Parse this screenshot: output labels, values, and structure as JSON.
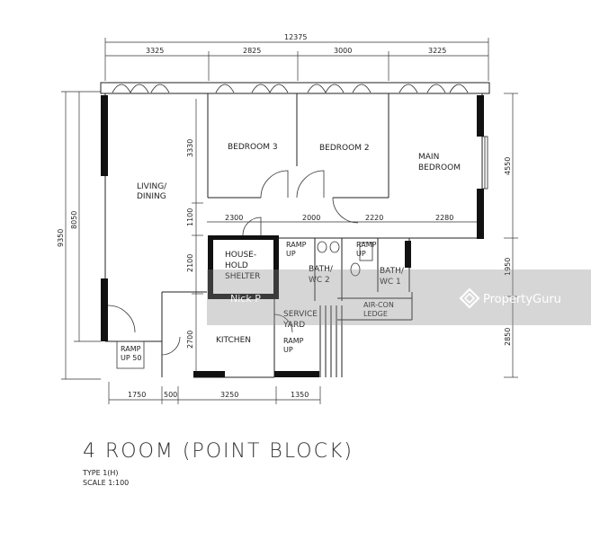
{
  "dimensions": {
    "top_total": "12375",
    "top_segments": [
      "3325",
      "2825",
      "3000",
      "3225"
    ],
    "left_outer": "9350",
    "left_inner": "8050",
    "inner_vertical": [
      "3330",
      "1100",
      "2100",
      "2700"
    ],
    "right_vertical": [
      "4550",
      "1950",
      "2850"
    ],
    "corridor": [
      "2300",
      "2000",
      "2220",
      "2280"
    ],
    "bottom": [
      "1750",
      "500",
      "3250",
      "1350"
    ]
  },
  "rooms": {
    "living": "LIVING/",
    "dining": "DINING",
    "bedroom3": "BEDROOM 3",
    "bedroom2": "BEDROOM 2",
    "main1": "MAIN",
    "main2": "BEDROOM",
    "shelter1": "HOUSE-",
    "shelter2": "HOLD",
    "shelter3": "SHELTER",
    "ramp_up": "RAMP",
    "up": "UP",
    "bath2a": "BATH/",
    "bath2b": "WC 2",
    "bath1a": "BATH/",
    "bath1b": "WC 1",
    "aircon1": "AIR-CON",
    "aircon2": "LEDGE",
    "service1": "SERVICE",
    "service2": "YARD",
    "kitchen": "KITCHEN",
    "ramp50a": "RAMP",
    "ramp50b": "UP 50"
  },
  "watermark": "PropertyGuru",
  "watermark_left": "Nick P",
  "title": "4 ROOM (POINT BLOCK)",
  "type": "TYPE 1(H)",
  "scale": "SCALE   1:100"
}
